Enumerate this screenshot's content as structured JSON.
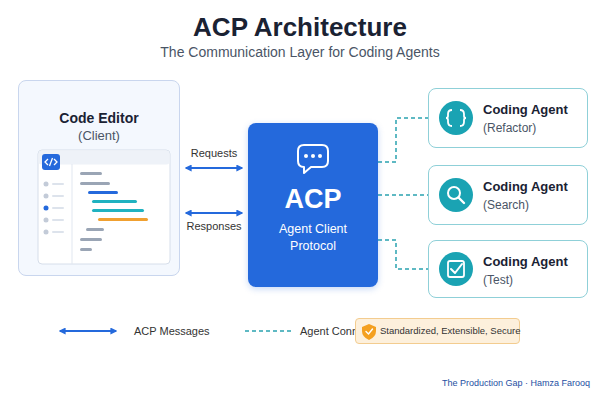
{
  "diagram": {
    "title": "ACP Architecture",
    "caption": "The Communication Layer for Coding Agents",
    "nodes": [
      {
        "text": [
          "Code Editor",
          "(Client)"
        ]
      },
      {
        "text": [
          "ACP",
          "Agent Client Protocol"
        ]
      },
      {
        "text": [
          "Coding Agent",
          "(Refactor)"
        ]
      },
      {
        "text": [
          "Coding Agent",
          "(Search)"
        ]
      },
      {
        "text": [
          "Coding Agent",
          "(Test)"
        ]
      },
      {
        "text": [
          "Standardized, Extensible, Secure"
        ]
      }
    ],
    "edges": [
      {
        "from": 0,
        "to": 1,
        "label": "Requests",
        "arrow": "both"
      },
      {
        "from": 0,
        "to": 1,
        "label": "Responses",
        "arrow": "both"
      },
      {
        "from": 1,
        "to": 2,
        "arrow": "none"
      },
      {
        "from": 1,
        "to": 3,
        "arrow": "none"
      },
      {
        "from": 1,
        "to": 4,
        "arrow": "none"
      }
    ],
    "labels": [
      "The Production Gap · Hamza Farooq"
    ],
    "legend": [
      {
        "text": "ACP Messages"
      },
      {
        "text": "Agent Connections"
      }
    ]
  }
}
